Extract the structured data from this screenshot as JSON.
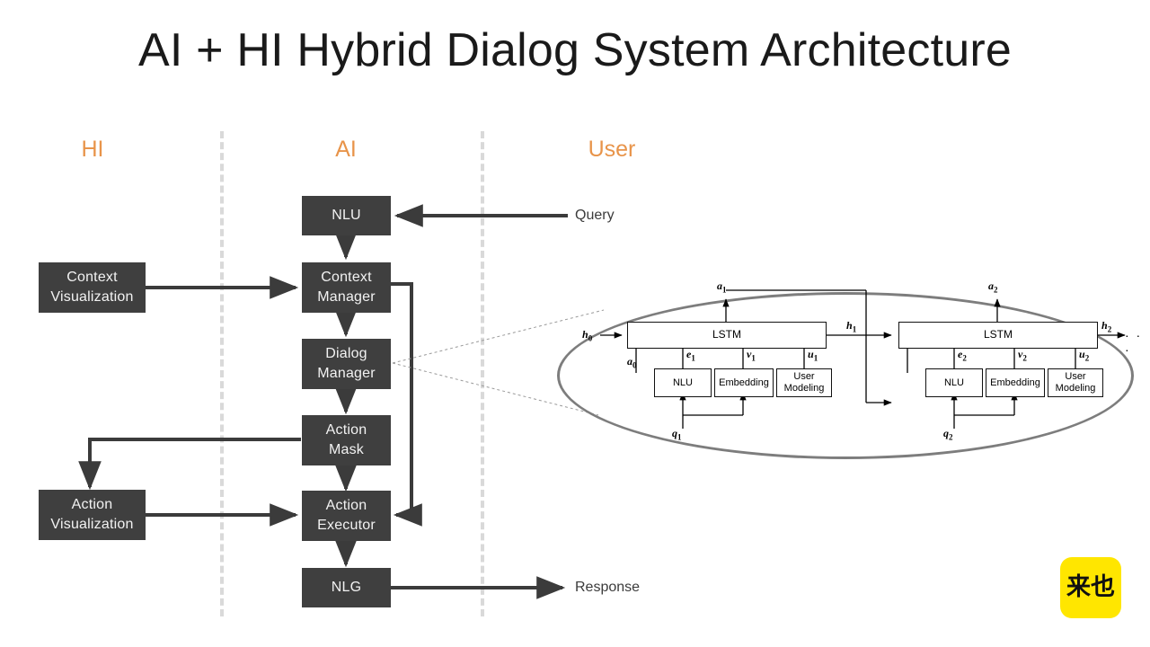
{
  "title": "AI + HI Hybrid Dialog System Architecture",
  "colors": {
    "accent_orange": "#E8944A",
    "node_fill": "#3F3F3F",
    "node_text": "#F2F2F2",
    "divider": "#D9D9D9",
    "arrow": "#3B3B3B",
    "ellipse_stroke": "#7D7D7D",
    "logo_bg": "#FFE600",
    "title_text": "#1A1A1A"
  },
  "lanes": [
    {
      "id": "hi",
      "label": "HI"
    },
    {
      "id": "ai",
      "label": "AI"
    },
    {
      "id": "user",
      "label": "User"
    }
  ],
  "nodes": {
    "context_visualization": "Context\nVisualization",
    "action_visualization": "Action\nVisualization",
    "nlu": "NLU",
    "context_manager": "Context\nManager",
    "dialog_manager": "Dialog\nManager",
    "action_mask": "Action\nMask",
    "action_executor": "Action\nExecutor",
    "nlg": "NLG"
  },
  "node_lines": {
    "context_visualization": [
      "Context",
      "Visualization"
    ],
    "action_visualization": [
      "Action",
      "Visualization"
    ],
    "nlu": [
      "NLU"
    ],
    "context_manager": [
      "Context",
      "Manager"
    ],
    "dialog_manager": [
      "Dialog",
      "Manager"
    ],
    "action_mask": [
      "Action",
      "Mask"
    ],
    "action_executor": [
      "Action",
      "Executor"
    ],
    "nlg": [
      "NLG"
    ]
  },
  "io_labels": {
    "query": "Query",
    "response": "Response"
  },
  "inset": {
    "steps": [
      {
        "index": "1",
        "lstm": "LSTM",
        "blocks": [
          "NLU",
          "Embedding",
          "User Modeling"
        ],
        "block_lines": [
          [
            "NLU"
          ],
          [
            "Embedding"
          ],
          [
            "User",
            "Modeling"
          ]
        ],
        "input_state": "h0",
        "output_state": "h1",
        "prev_action": "a0",
        "action": "a1",
        "query": "q1",
        "embeddings": [
          "e1",
          "v1",
          "u1"
        ]
      },
      {
        "index": "2",
        "lstm": "LSTM",
        "blocks": [
          "NLU",
          "Embedding",
          "User Modeling"
        ],
        "block_lines": [
          [
            "NLU"
          ],
          [
            "Embedding"
          ],
          [
            "User",
            "Modeling"
          ]
        ],
        "input_state": "h1",
        "output_state": "h2",
        "prev_action": "a1",
        "action": "a2",
        "query": "q2",
        "embeddings": [
          "e2",
          "v2",
          "u2"
        ]
      }
    ],
    "continuation": "· · ·",
    "symbols": {
      "h0": {
        "base": "h",
        "sub": "0"
      },
      "h1": {
        "base": "h",
        "sub": "1"
      },
      "h2": {
        "base": "h",
        "sub": "2"
      },
      "a0": {
        "base": "a",
        "sub": "0"
      },
      "a1": {
        "base": "a",
        "sub": "1"
      },
      "a2": {
        "base": "a",
        "sub": "2"
      },
      "q1": {
        "base": "q",
        "sub": "1"
      },
      "q2": {
        "base": "q",
        "sub": "2"
      },
      "e1": {
        "base": "e",
        "sub": "1"
      },
      "e2": {
        "base": "e",
        "sub": "2"
      },
      "v1": {
        "base": "v",
        "sub": "1"
      },
      "v2": {
        "base": "v",
        "sub": "2"
      },
      "u1": {
        "base": "u",
        "sub": "1"
      },
      "u2": {
        "base": "u",
        "sub": "2"
      }
    }
  },
  "logo": {
    "text": "来也"
  }
}
